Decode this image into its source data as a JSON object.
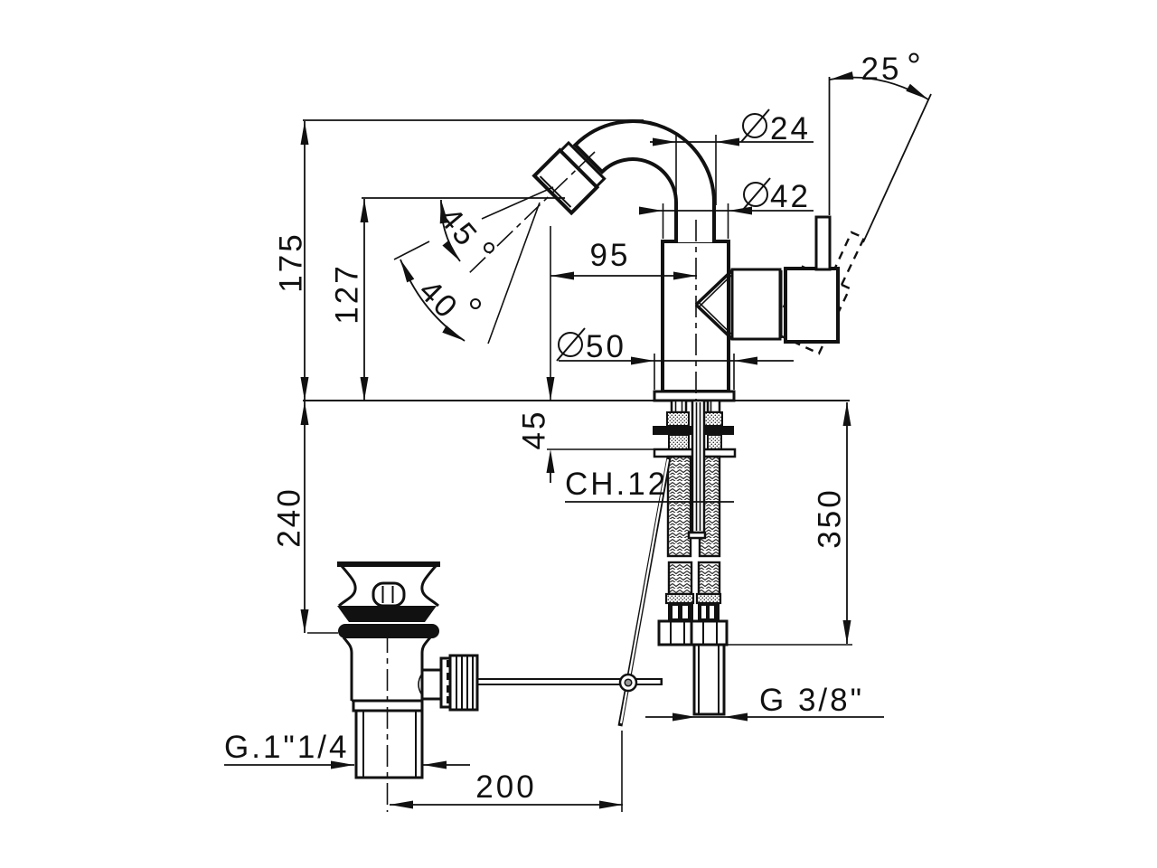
{
  "labels": {
    "overall_height": "175",
    "spout_height": "127",
    "spout_reach": "95",
    "spout_angle": "45",
    "spray_angle": "40",
    "handle_angle": "25",
    "spout_dia": "24",
    "body_dia": "42",
    "base_dia": "50",
    "deck_max_thickness": "45",
    "wrench_size": "CH.12",
    "drain_depth": "240",
    "hose_drop": "350",
    "supply_thread": "G 3/8\"",
    "waste_thread": "G.1\"1/4",
    "rod_reach": "200"
  },
  "colors": {
    "line": "#111111",
    "background": "#ffffff"
  }
}
